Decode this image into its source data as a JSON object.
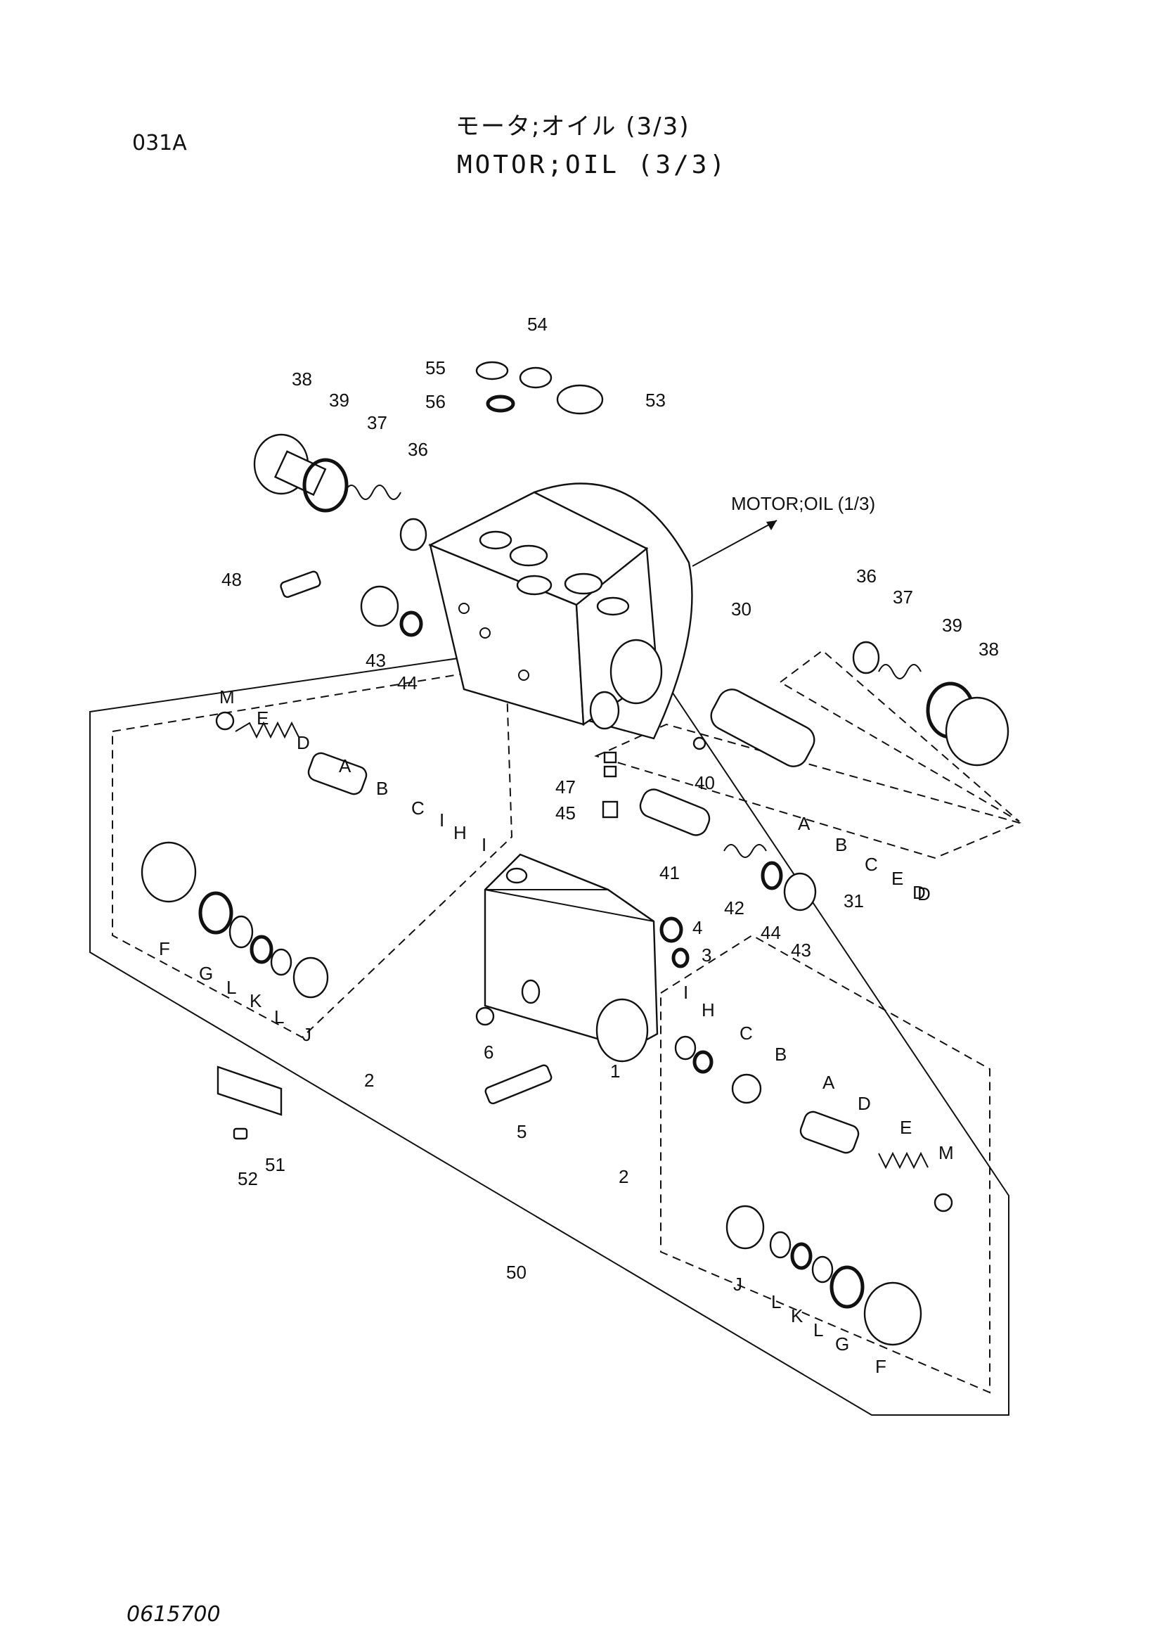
{
  "header": {
    "page_code": "031A",
    "title_jp": "モータ;オイル (3/3)",
    "title_en": "MOTOR;OIL (3/3)"
  },
  "references": {
    "motor_oil_ref": "MOTOR;OIL (1/3)"
  },
  "footer": {
    "drawing_number": "0615700"
  },
  "callouts": [
    "1",
    "2",
    "2",
    "3",
    "4",
    "5",
    "6",
    "30",
    "31",
    "36",
    "36",
    "37",
    "37",
    "38",
    "38",
    "39",
    "39",
    "40",
    "41",
    "42",
    "43",
    "43",
    "44",
    "44",
    "45",
    "47",
    "48",
    "50",
    "51",
    "52",
    "53",
    "54",
    "55",
    "56",
    "A",
    "B",
    "C",
    "D",
    "E",
    "A",
    "B",
    "C",
    "D",
    "E",
    "F",
    "G",
    "H",
    "I",
    "I",
    "J",
    "K",
    "L",
    "L",
    "M",
    "F",
    "G",
    "H",
    "I",
    "J",
    "K",
    "L",
    "L",
    "M",
    "A",
    "B",
    "C",
    "D",
    "E",
    "D"
  ]
}
